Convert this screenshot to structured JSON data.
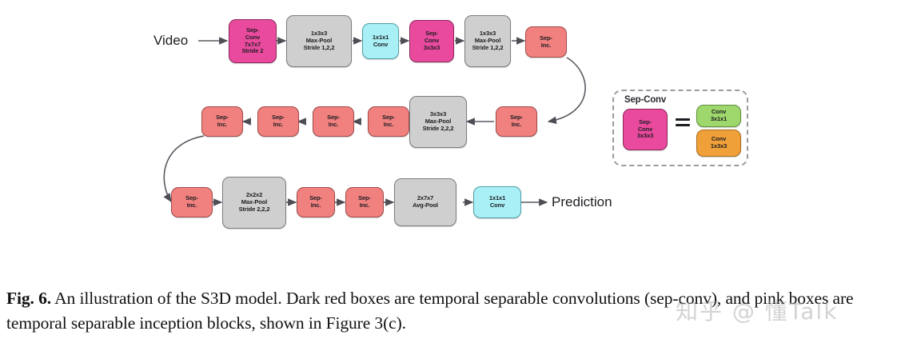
{
  "figure": {
    "input_label": "Video",
    "output_label": "Prediction",
    "rows": [
      {
        "id": "row-1",
        "nodes": [
          {
            "name": "sep-conv-7x7x7",
            "kind": "sepconv",
            "lines": [
              "Sep-",
              "Conv",
              "7x7x7",
              "Stride 2"
            ]
          },
          {
            "name": "max-pool-1x3x3-a",
            "kind": "pool",
            "lines": [
              "1x3x3",
              "Max-Pool",
              "Stride 1,2,2"
            ]
          },
          {
            "name": "conv-1x1x1-a",
            "kind": "conv",
            "lines": [
              "1x1x1",
              "Conv"
            ]
          },
          {
            "name": "sep-conv-3x3x3",
            "kind": "sepconv",
            "lines": [
              "Sep-",
              "Conv",
              "3x3x3"
            ]
          },
          {
            "name": "max-pool-1x3x3-b",
            "kind": "pool",
            "lines": [
              "1x3x3",
              "Max-Pool",
              "Stride 1,2,2"
            ]
          },
          {
            "name": "sep-inc-1",
            "kind": "sepinc",
            "lines": [
              "Sep-",
              "Inc."
            ]
          }
        ]
      },
      {
        "id": "row-2",
        "nodes": [
          {
            "name": "sep-inc-6",
            "kind": "sepinc",
            "lines": [
              "Sep-",
              "Inc."
            ]
          },
          {
            "name": "sep-inc-5",
            "kind": "sepinc",
            "lines": [
              "Sep-",
              "Inc."
            ]
          },
          {
            "name": "sep-inc-4",
            "kind": "sepinc",
            "lines": [
              "Sep-",
              "Inc."
            ]
          },
          {
            "name": "sep-inc-3",
            "kind": "sepinc",
            "lines": [
              "Sep-",
              "Inc."
            ]
          },
          {
            "name": "max-pool-3x3x3",
            "kind": "pool",
            "lines": [
              "3x3x3",
              "Max-Pool",
              "Stride 2,2,2"
            ]
          },
          {
            "name": "sep-inc-2",
            "kind": "sepinc",
            "lines": [
              "Sep-",
              "Inc."
            ]
          }
        ]
      },
      {
        "id": "row-3",
        "nodes": [
          {
            "name": "sep-inc-7",
            "kind": "sepinc",
            "lines": [
              "Sep-",
              "Inc."
            ]
          },
          {
            "name": "max-pool-2x2x2",
            "kind": "pool",
            "lines": [
              "2x2x2",
              "Max-Pool",
              "Stride 2,2,2"
            ]
          },
          {
            "name": "sep-inc-8",
            "kind": "sepinc",
            "lines": [
              "Sep-",
              "Inc."
            ]
          },
          {
            "name": "sep-inc-9",
            "kind": "sepinc",
            "lines": [
              "Sep-",
              "Inc."
            ]
          },
          {
            "name": "avg-pool-2x7x7",
            "kind": "pool",
            "lines": [
              "2x7x7",
              "Avg-Pool"
            ]
          },
          {
            "name": "conv-1x1x1-b",
            "kind": "conv",
            "lines": [
              "1x1x1",
              "Conv"
            ]
          }
        ]
      }
    ],
    "legend": {
      "title": "Sep-Conv",
      "source": {
        "name": "legend-sep-conv-3x3x3",
        "kind": "sepconv",
        "lines": [
          "Sep-",
          "Conv",
          "3x3x3"
        ]
      },
      "equals": "=",
      "targets": [
        {
          "name": "legend-conv-3x1x1",
          "kind": "green",
          "lines": [
            "Conv",
            "3x1x1"
          ]
        },
        {
          "name": "legend-conv-1x3x3",
          "kind": "orange",
          "lines": [
            "Conv",
            "1x3x3"
          ]
        }
      ]
    }
  },
  "caption": {
    "label": "Fig. 6.",
    "text": " An illustration of the S3D model. Dark red boxes are temporal separable convolutions (sep-conv), and pink boxes are temporal separable inception blocks, shown in Figure 3(c)."
  },
  "watermark": {
    "text": "知乎 @ 懂Talk"
  },
  "colors": {
    "sep_conv": "#ea4a9e",
    "pool": "#cfcfcf",
    "conv": "#a8f0f5",
    "sep_inc": "#f1817f",
    "conv_3x1x1": "#9ed86c",
    "conv_1x3x3": "#f0a038",
    "arrow": "#5a5a62",
    "background": "#ffffff"
  }
}
